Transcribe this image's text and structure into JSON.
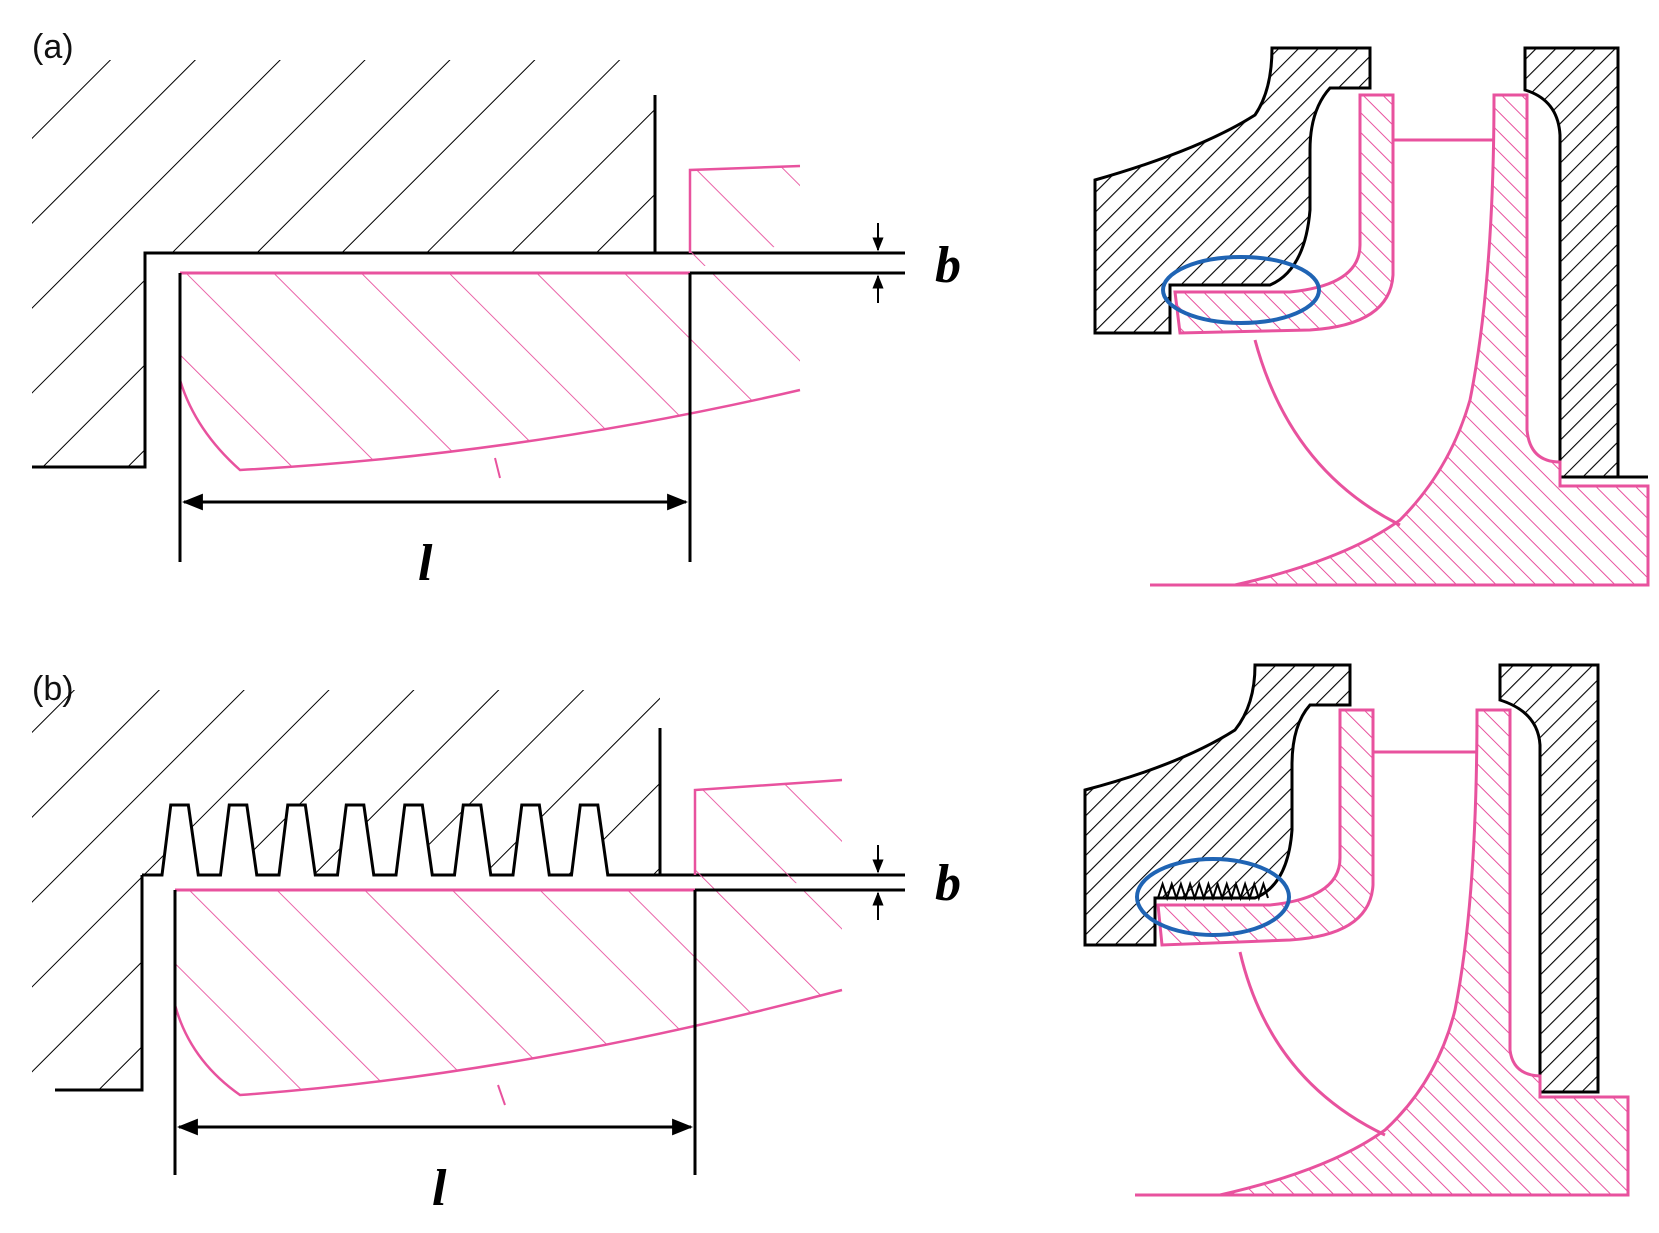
{
  "figure": {
    "panels": [
      {
        "id": "a",
        "label": "(a)",
        "seal_type": "plain"
      },
      {
        "id": "b",
        "label": "(b)",
        "seal_type": "labyrinth"
      }
    ],
    "dimension_labels": {
      "clearance": "b",
      "length": "l"
    },
    "colors": {
      "stator": "#000000",
      "rotor": "#e8529e",
      "highlight": "#1f64b4"
    },
    "highlight_shape": "ellipse",
    "labyrinth_teeth_count": 8
  }
}
